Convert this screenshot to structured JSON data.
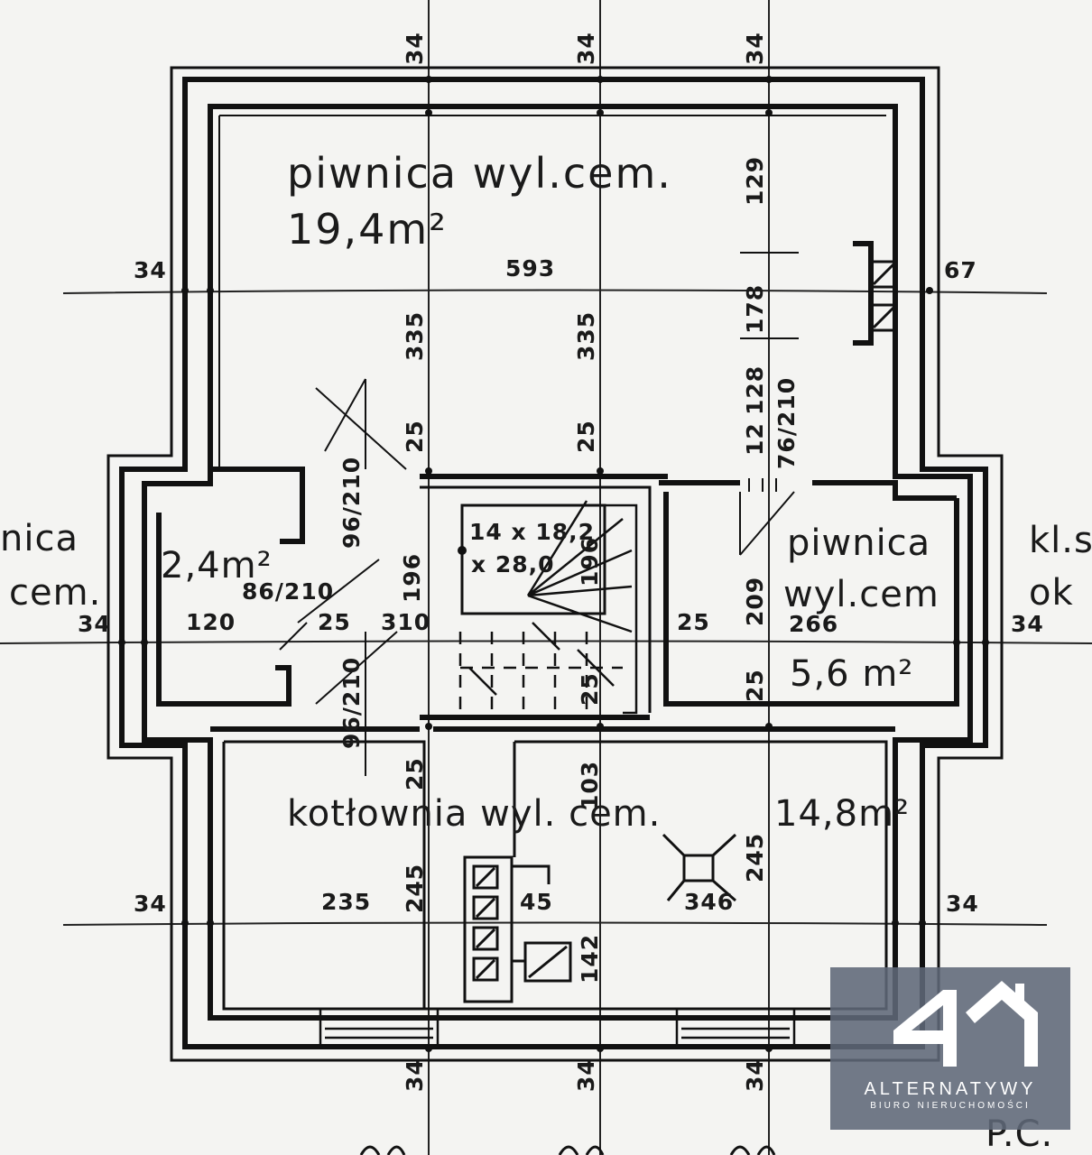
{
  "rooms": {
    "basement_top": {
      "name": "piwnica wyl.cem.",
      "area": "19,4m²"
    },
    "small_left": {
      "area": "2,4m²"
    },
    "left_cut": {
      "line1": "nica",
      "line2": "cem."
    },
    "basement_right": {
      "line1": "piwnica",
      "line2": "wyl.cem",
      "area": "5,6 m²"
    },
    "boiler": {
      "name": "kotłownia wyl. cem.",
      "area": "14,8m²"
    },
    "right_cut": {
      "line1": "kl.s",
      "line2": "ok"
    }
  },
  "stairs": {
    "line1": "14 x 18,2",
    "line2": "x 28,0"
  },
  "corner_note": "P.C.",
  "dimensions": {
    "top_1": "34",
    "top_2": "34",
    "top_3": "34",
    "left_1": "34",
    "right_1": "67",
    "width_top": "593",
    "h_129": "129",
    "h_335a": "335",
    "h_335b": "335",
    "h_178": "178",
    "h_128": "128",
    "h_12": "12",
    "door_76": "76/210",
    "w25a": "25",
    "w25b": "25",
    "door_96a": "96/210",
    "h_196": "196",
    "h_196b": "196",
    "door_86": "86/210",
    "w120": "120",
    "w25c": "25",
    "w310": "310",
    "left_2": "34",
    "right_2": "34",
    "w25d": "25",
    "h_209": "209",
    "w266": "266",
    "w25e": "25",
    "door_96b": "96/210",
    "h_25s": "25",
    "w25f": "25",
    "h_103": "103",
    "h_245a": "245",
    "h_245b": "245",
    "w235": "235",
    "w45": "45",
    "w346": "346",
    "h_142": "142",
    "left_3": "34",
    "right_3": "34",
    "bot_1": "34",
    "bot_2": "34",
    "bot_3": "34"
  },
  "watermark": {
    "brand": "ALTERNATYWY",
    "tagline": "BIURO NIERUCHOMOŚCI"
  }
}
